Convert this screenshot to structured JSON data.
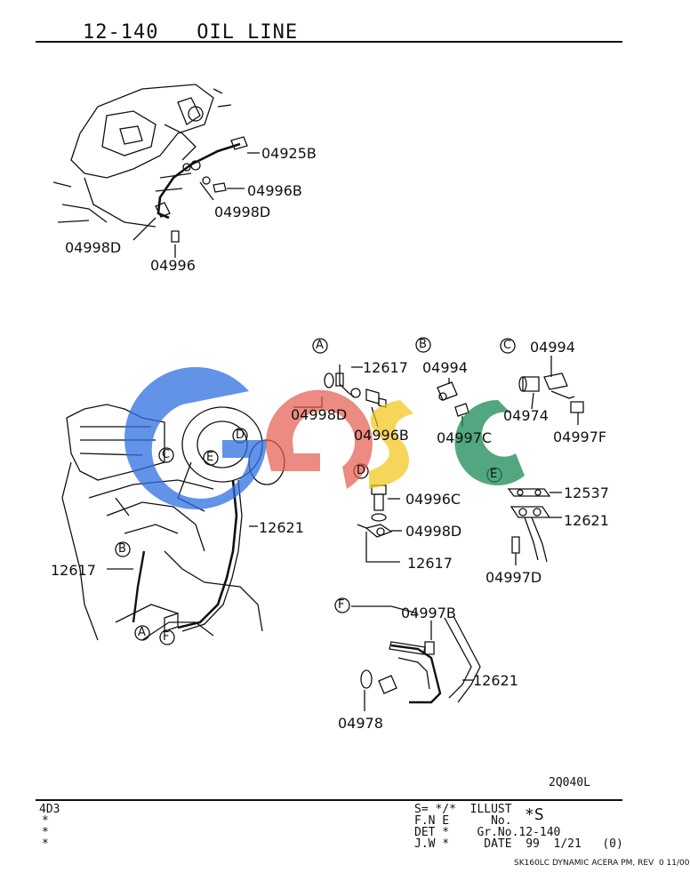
{
  "header": {
    "title": "12-140   OIL LINE"
  },
  "colors": {
    "g_blue": "#2f6fe0",
    "g_red": "#e25a4c",
    "s_yellow": "#f2c316",
    "c_green": "#1a8a55",
    "ink": "#111111"
  },
  "top_parts": {
    "p1": "04925B",
    "p2": "04996B",
    "p3": "04998D",
    "p4": "04998D",
    "p5": "04996"
  },
  "callouts": {
    "A": "A",
    "B": "B",
    "C": "C",
    "D": "D",
    "E": "E",
    "F": "F"
  },
  "detail_A": {
    "p1": "12617",
    "p2": "04998D",
    "p3": "04996B"
  },
  "detail_B": {
    "p1": "04994",
    "p2": "04997C"
  },
  "detail_C": {
    "p1": "04994",
    "p2": "04974",
    "p3": "04997F"
  },
  "detail_D": {
    "p1": "04996C",
    "p2": "04998D",
    "p3": "12617"
  },
  "detail_E": {
    "p1": "12537",
    "p2": "12621",
    "p3": "04997D"
  },
  "detail_F": {
    "p1": "04997B",
    "p2": "12621",
    "p3": "04978"
  },
  "main_parts": {
    "p1": "12621",
    "p2": "12617"
  },
  "illust_code": "2Q040L",
  "footer": {
    "model": "4D3",
    "stars": [
      "*",
      "*",
      "*"
    ],
    "s_line": "S= */*  ILLUST",
    "fne_line": "F.N E      No.",
    "illust_mark": "*S",
    "det_line": "DET *    Gr.No.12-140",
    "jw_line": "J.W *     DATE  99  1/21   (0)",
    "doc_ref": "SK160LC DYNAMIC ACERA PM, REV  0 11/00"
  }
}
